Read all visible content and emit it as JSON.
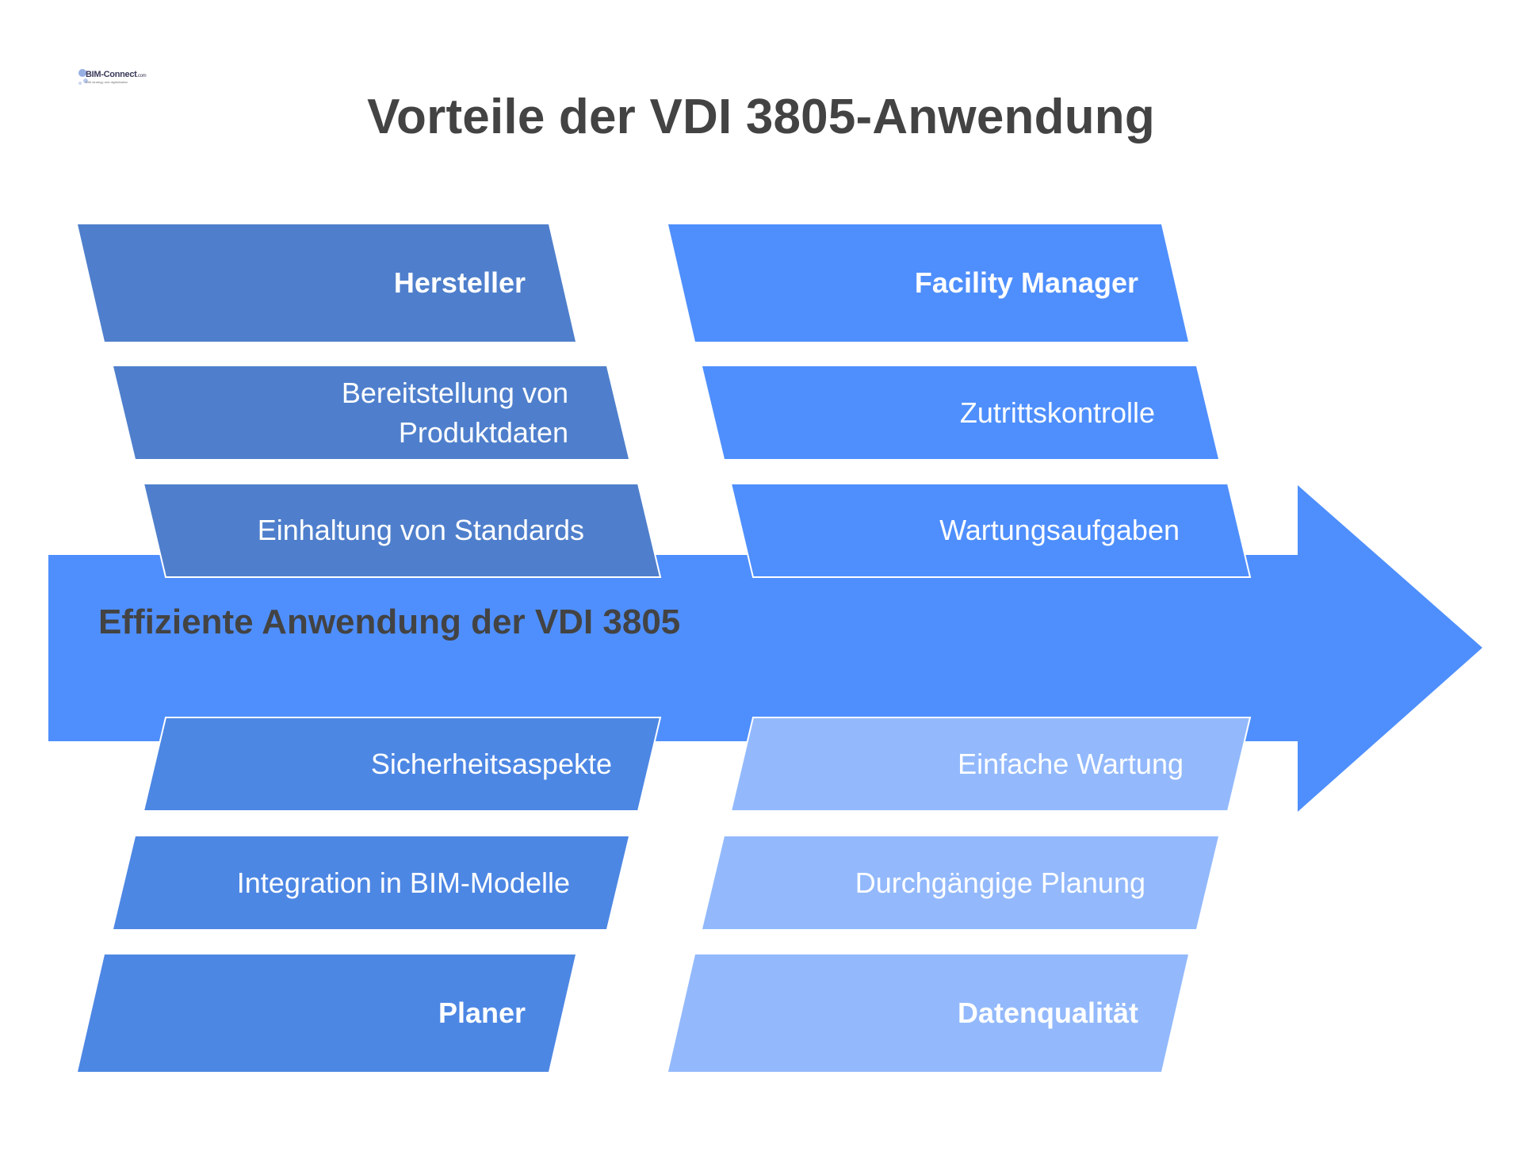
{
  "logo": {
    "text": "BIM-Connect",
    "domain": ".com",
    "tagline": "BIM strategy and digitalisation"
  },
  "title": "Vorteile der VDI 3805-Anwendung",
  "arrow": {
    "label": "Effiziente Anwendung der VDI 3805",
    "color": "#4f8ffd"
  },
  "colors": {
    "dark_blue": "#4f7fcc",
    "mid_blue": "#4d87e4",
    "bright_blue": "#4f8ffd",
    "light_blue": "#93b9fc",
    "label_text": "#434343"
  },
  "groups": {
    "hersteller": {
      "heading": "Hersteller",
      "items": [
        "Bereitstellung von\nProduktdaten",
        "Einhaltung von Standards"
      ]
    },
    "facility_manager": {
      "heading": "Facility Manager",
      "items": [
        "Zutrittskontrolle",
        "Wartungsaufgaben"
      ]
    },
    "planer": {
      "heading": "Planer",
      "items": [
        "Sicherheitsaspekte",
        "Integration in BIM-Modelle"
      ]
    },
    "datenqualitaet": {
      "heading": "Datenqualität",
      "items": [
        "Einfache Wartung",
        "Durchgängige Planung"
      ]
    }
  }
}
